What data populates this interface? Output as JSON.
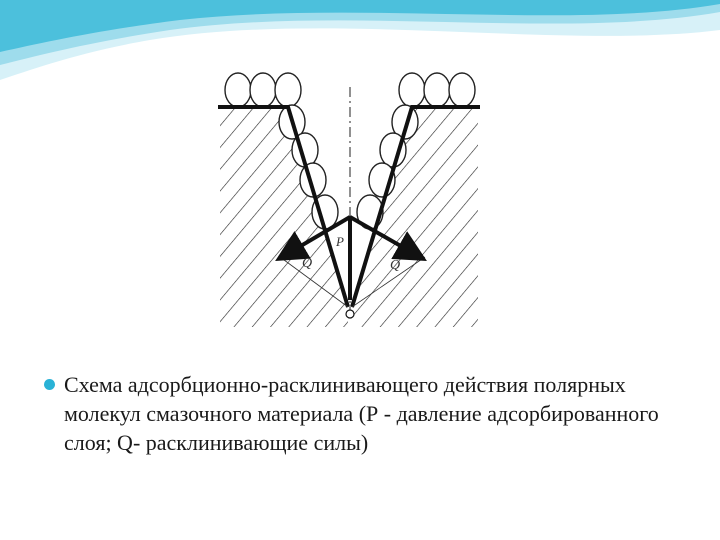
{
  "colors": {
    "wave_light": "#d7f1f8",
    "wave_mid": "#9edcec",
    "wave_dark": "#4cc0dc",
    "bullet": "#29b2d6",
    "ink": "#111111"
  },
  "figure": {
    "label_q_left": "Q",
    "label_q_right": "Q",
    "label_p": "P"
  },
  "caption": {
    "text": "Схема адсорбционно-расклинивающего действия полярных молекул смазочного материала (Р - давление адсорбированного слоя; Q- расклинивающие силы)"
  }
}
